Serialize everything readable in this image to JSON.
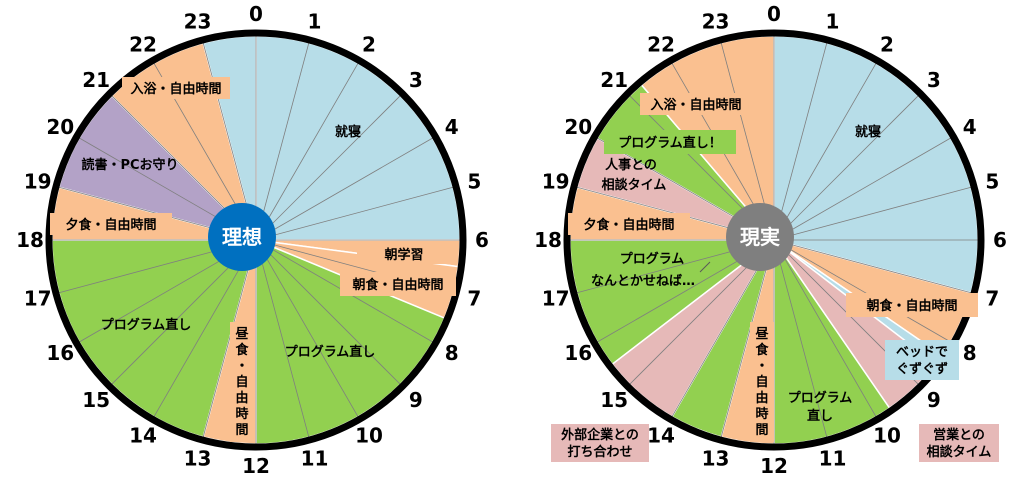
{
  "colors": {
    "sleep": "#b7dde8",
    "free": "#fac090",
    "study": "#92d050",
    "reading": "#b3a2c7",
    "meeting": "#e6b9b8",
    "rim": "#000000",
    "ideal_center": "#0070c0",
    "real_center": "#7f7f7f"
  },
  "ideal": {
    "center_label": "理想",
    "hour_labels": [
      "0",
      "1",
      "2",
      "3",
      "4",
      "5",
      "6",
      "7",
      "8",
      "9",
      "10",
      "11",
      "12",
      "13",
      "14",
      "15",
      "16",
      "17",
      "18",
      "19",
      "20",
      "21",
      "22",
      "23"
    ],
    "segments": [
      {
        "start": 0,
        "end": 6,
        "color": "sleep"
      },
      {
        "start": 6,
        "end": 6.5,
        "color": "free"
      },
      {
        "start": 6.5,
        "end": 7.5,
        "color": "free"
      },
      {
        "start": 7.5,
        "end": 12,
        "color": "study"
      },
      {
        "start": 12,
        "end": 13,
        "color": "free"
      },
      {
        "start": 13,
        "end": 18,
        "color": "study"
      },
      {
        "start": 18,
        "end": 19,
        "color": "free"
      },
      {
        "start": 19,
        "end": 21,
        "color": "reading"
      },
      {
        "start": 21,
        "end": 23,
        "color": "free"
      },
      {
        "start": 23,
        "end": 24,
        "color": "sleep"
      }
    ],
    "labels": {
      "sleep": "就寝",
      "morning_study": "朝学習",
      "breakfast": "朝食・自由時間",
      "program_right": "プログラム直し",
      "lunch": [
        "昼",
        "食",
        "・",
        "自",
        "由",
        "時",
        "間"
      ],
      "program_left": "プログラム直し",
      "dinner": "夕食・自由時間",
      "reading": "読書・PCお守り",
      "bath": "入浴・自由時間"
    }
  },
  "real": {
    "center_label": "現実",
    "segments": [
      {
        "start": 0,
        "end": 7,
        "color": "sleep"
      },
      {
        "start": 7,
        "end": 8.3,
        "color": "free"
      },
      {
        "start": 8.3,
        "end": 8.5,
        "color": "sleep"
      },
      {
        "start": 8.5,
        "end": 9.7,
        "color": "meeting"
      },
      {
        "start": 9.7,
        "end": 12,
        "color": "study"
      },
      {
        "start": 12,
        "end": 13,
        "color": "free"
      },
      {
        "start": 13,
        "end": 14,
        "color": "study"
      },
      {
        "start": 14,
        "end": 15.5,
        "color": "meeting"
      },
      {
        "start": 15.5,
        "end": 18,
        "color": "study"
      },
      {
        "start": 18,
        "end": 19,
        "color": "free"
      },
      {
        "start": 19,
        "end": 20,
        "color": "meeting"
      },
      {
        "start": 20,
        "end": 21.3,
        "color": "study"
      },
      {
        "start": 21.3,
        "end": 24,
        "color": "free"
      }
    ],
    "labels": {
      "sleep": "就寝",
      "breakfast": "朝食・自由時間",
      "bed_line1": "ベッドで",
      "bed_line2": "ぐずぐず",
      "sales_line1": "営業との",
      "sales_line2": "相談タイム",
      "program_line1": "プログラム",
      "program_line2": "直し",
      "lunch": [
        "昼",
        "食",
        "・",
        "自",
        "由",
        "時",
        "間"
      ],
      "external_line1": "外部企業との",
      "external_line2": "打ち合わせ",
      "somehow_line1": "プログラム",
      "somehow_line2": "なんとかせねば…",
      "dinner": "夕食・自由時間",
      "hr_line1": "人事との",
      "hr_line2": "相談タイム",
      "program_fix": "プログラム直し！",
      "bath": "入浴・自由時間"
    }
  }
}
